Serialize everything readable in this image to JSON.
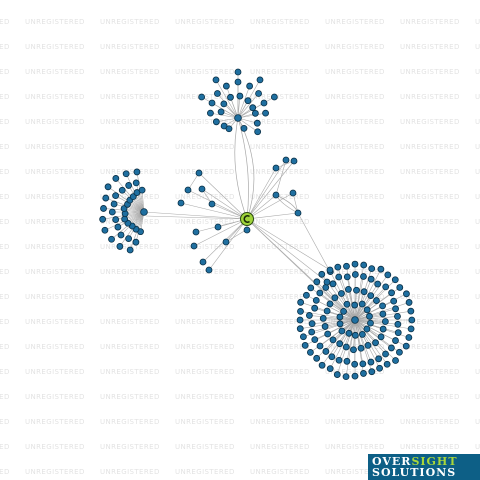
{
  "watermark": {
    "text": "UNREGISTERED"
  },
  "logo": {
    "part1": "OVER",
    "part2": "SIGHT",
    "part3": "SOLUTIONS"
  },
  "colors": {
    "node_fill": "#1f6fa0",
    "node_stroke": "#0a2f45",
    "focus_fill": "#9fd43a",
    "focus_stroke": "#2a4a10",
    "edge": "#a9a9a9",
    "logo_bg": "#0d5f86",
    "logo_accent": "#a9d63a"
  },
  "graph": {
    "focus_icon": "person-icon",
    "node_count": 180
  }
}
